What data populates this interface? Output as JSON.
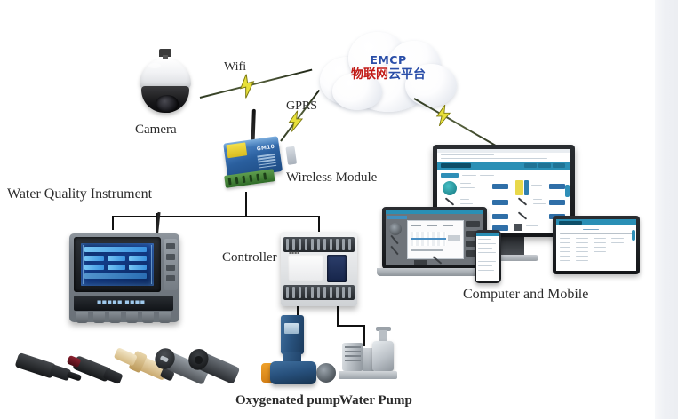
{
  "diagram": {
    "title": "Water Quality Monitoring IoT System Diagram",
    "background_color": "#ffffff",
    "rail_color": "#eef0f4"
  },
  "cloud": {
    "name": "emcp-cloud-platform",
    "line1": "EMCP",
    "line2_red": "物联网",
    "line2_blue": "云平台",
    "line1_color": "#2a4ea8",
    "red_color": "#c21b17"
  },
  "labels": {
    "camera": "Camera",
    "wifi": "Wifi",
    "gprs": "GPRS",
    "wireless_module": "Wireless Module",
    "water_quality_instrument": "Water Quality Instrument",
    "controller": "Controller",
    "computer_and_mobile": "Computer and Mobile",
    "oxygenated_pump": "Oxygenated pump",
    "water_pump": "Water Pump"
  },
  "devices": {
    "camera": {
      "type": "ptz-dome-camera"
    },
    "wireless_module": {
      "type": "gprs-dtu-module",
      "marking": "GM10"
    },
    "water_quality_instrument": {
      "type": "multi-parameter-analyzer",
      "screen": "blue-lcd"
    },
    "controller": {
      "type": "plc-controller"
    },
    "oxygenated_pump": {
      "type": "aeration-blower"
    },
    "water_pump": {
      "type": "centrifugal-water-pump"
    },
    "sensors": [
      {
        "name": "ph-electrode",
        "color": "#1b1b1d"
      },
      {
        "name": "orp-electrode",
        "color": "#222226"
      },
      {
        "name": "conductivity-probe",
        "color": "#e3c392"
      },
      {
        "name": "dissolved-oxygen-sensor",
        "color": "#3b3f43"
      },
      {
        "name": "turbidity-sensor",
        "color": "#2b2e31"
      }
    ]
  },
  "cluster": {
    "monitor": {
      "name": "desktop-monitor",
      "ui": "web-dashboard"
    },
    "laptop": {
      "name": "laptop",
      "ui": "scada-screen"
    },
    "tablet": {
      "name": "tablet",
      "ui": "data-table"
    },
    "phone": {
      "name": "smartphone",
      "ui": "mobile-list"
    }
  },
  "links": {
    "wifi_beam": "camera-to-cloud",
    "gprs_beam": "wireless-module-to-cloud",
    "cloud_beam": "cloud-to-computer"
  }
}
